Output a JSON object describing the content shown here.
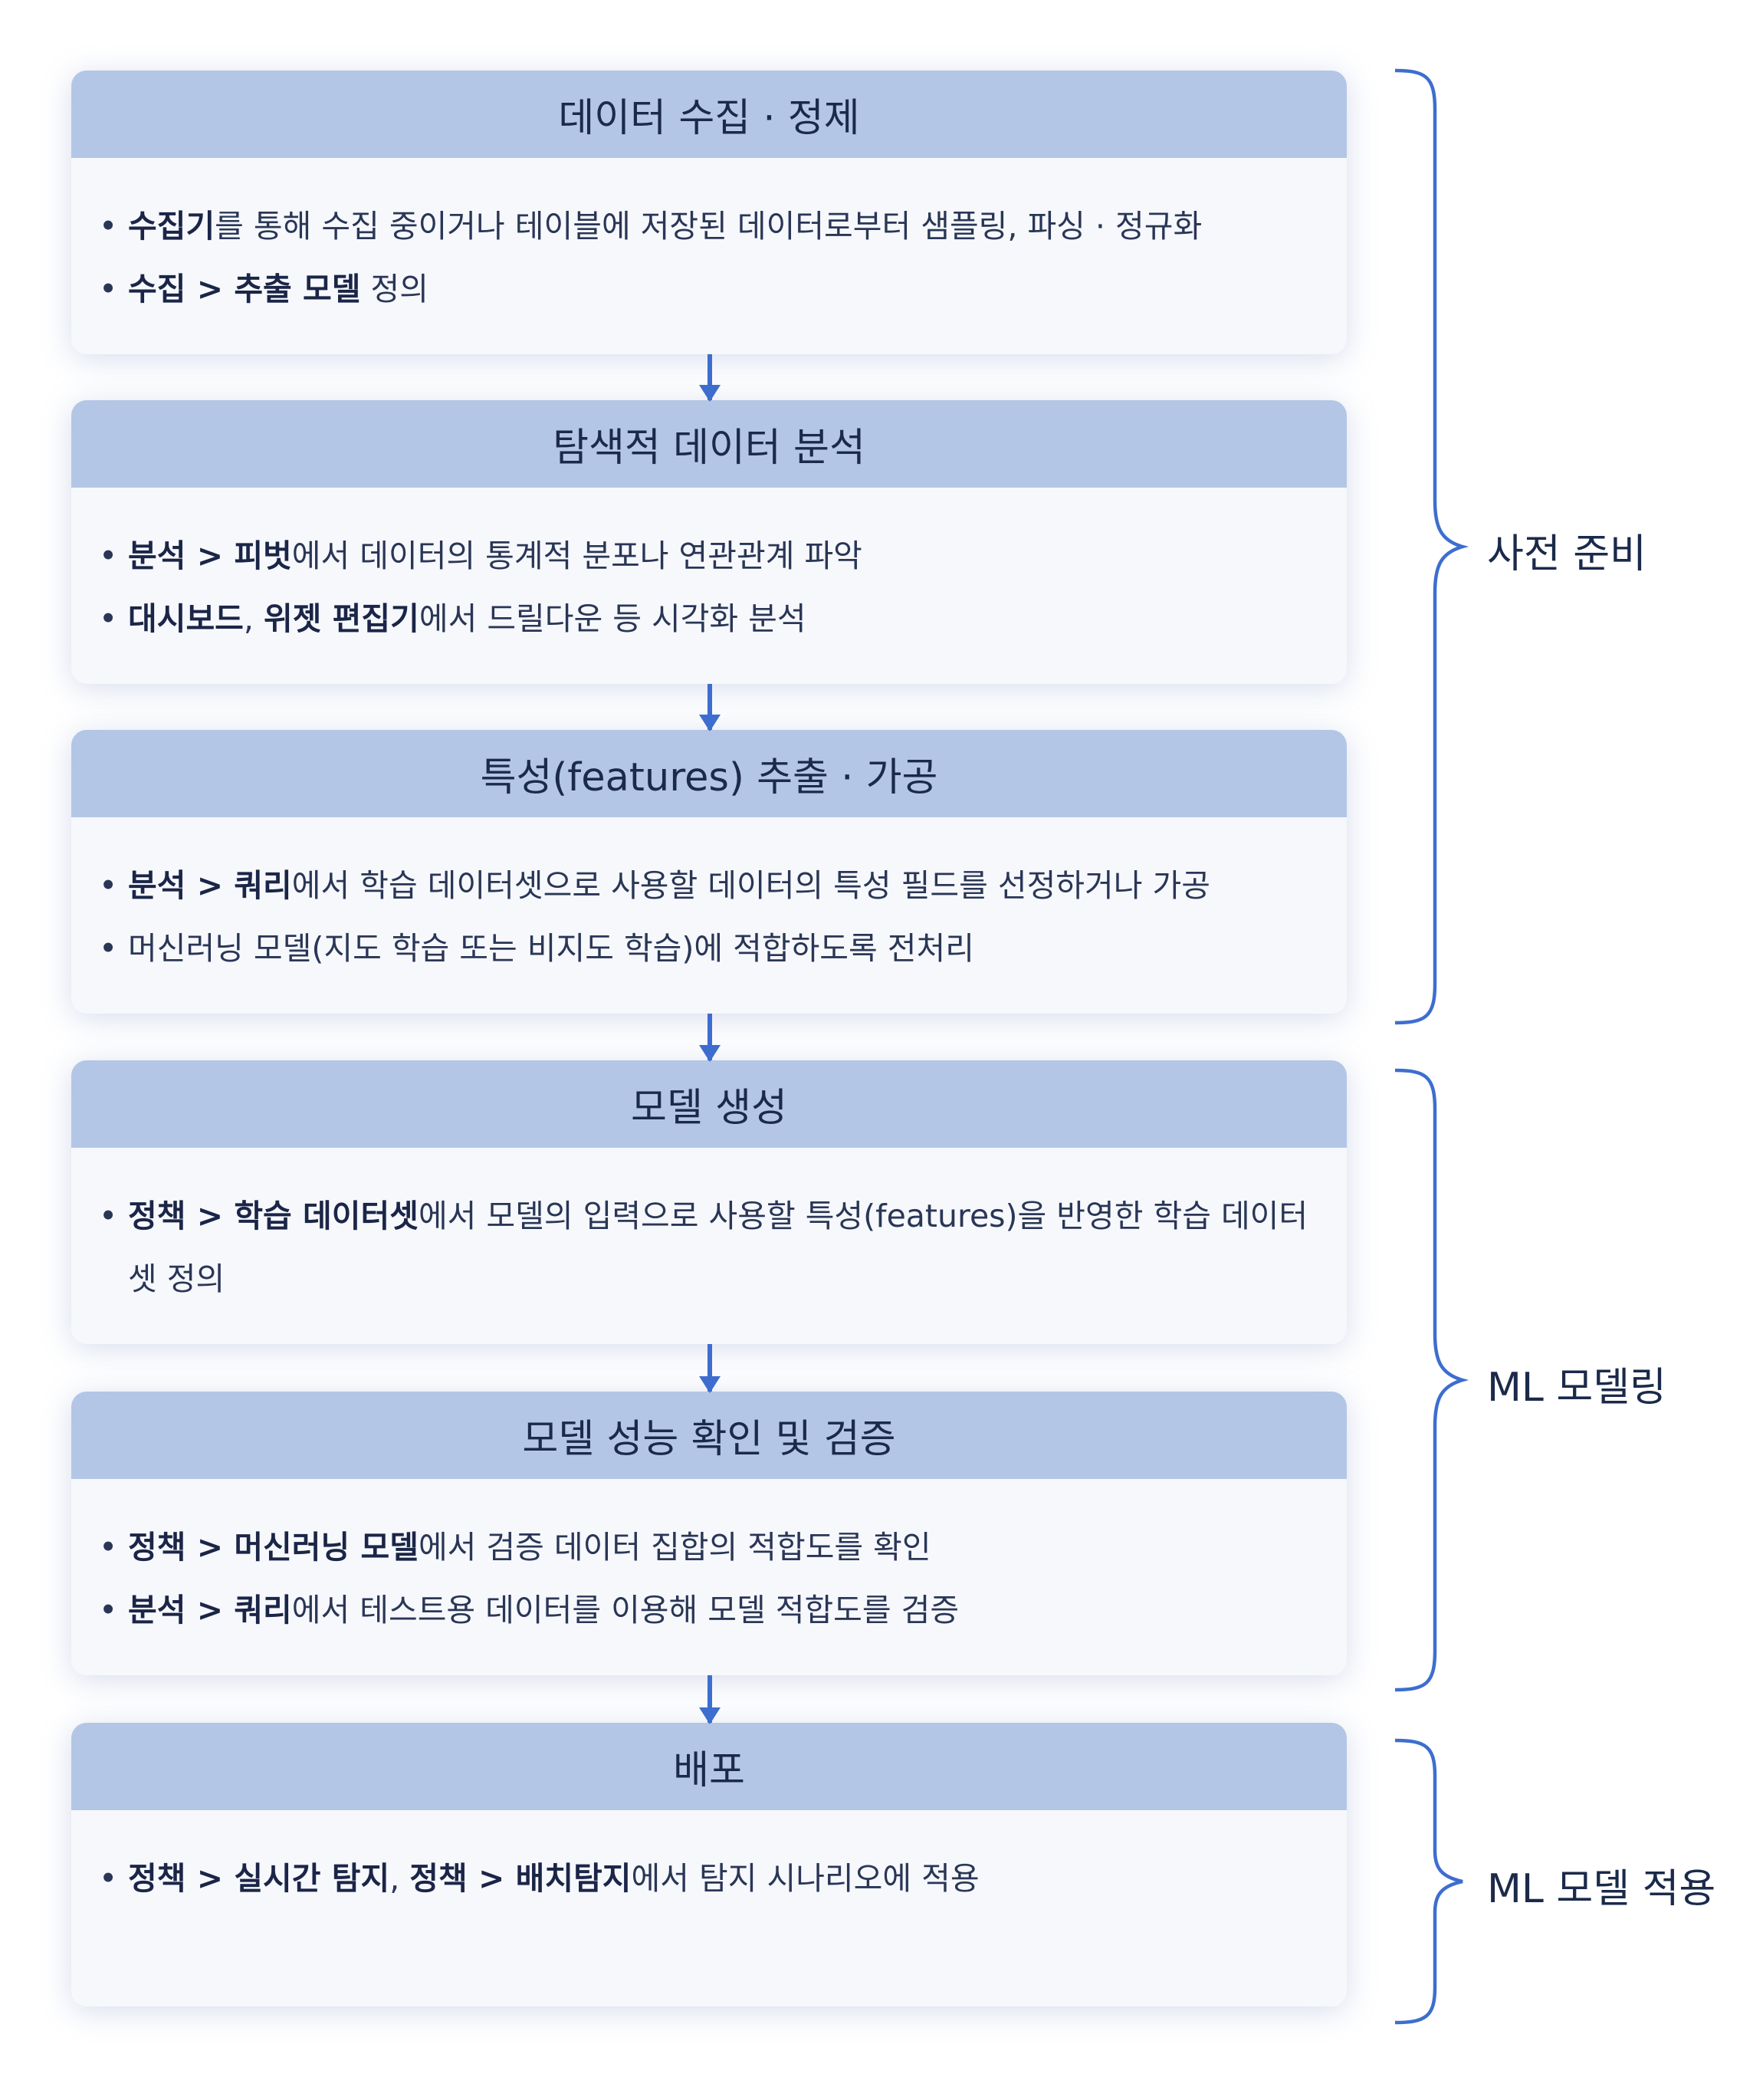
{
  "steps": [
    {
      "title": "데이터 수집 · 정제",
      "bullets": [
        [
          {
            "t": "수집기",
            "b": true
          },
          {
            "t": "를 통해 수집 중이거나 테이블에 저장된 데이터로부터 샘플링, 파싱 · 정규화",
            "b": false
          }
        ],
        [
          {
            "t": "수집 > 추출 모델",
            "b": true
          },
          {
            "t": " 정의",
            "b": false
          }
        ]
      ]
    },
    {
      "title": "탐색적 데이터 분석",
      "bullets": [
        [
          {
            "t": "분석 > 피벗",
            "b": true
          },
          {
            "t": "에서 데이터의 통계적 분포나 연관관계 파악",
            "b": false
          }
        ],
        [
          {
            "t": "대시보드",
            "b": true
          },
          {
            "t": ", ",
            "b": false
          },
          {
            "t": "위젯 편집기",
            "b": true
          },
          {
            "t": "에서 드릴다운 등 시각화 분석",
            "b": false
          }
        ]
      ]
    },
    {
      "title": "특성(features) 추출 · 가공",
      "bullets": [
        [
          {
            "t": "분석 > 쿼리",
            "b": true
          },
          {
            "t": "에서 학습 데이터셋으로 사용할 데이터의 특성 필드를 선정하거나 가공",
            "b": false
          }
        ],
        [
          {
            "t": "머신러닝 모델(지도 학습 또는 비지도 학습)에 적합하도록 전처리",
            "b": false
          }
        ]
      ]
    },
    {
      "title": "모델 생성",
      "bullets": [
        [
          {
            "t": "정책 > 학습 데이터셋",
            "b": true
          },
          {
            "t": "에서 모델의 입력으로 사용할 특성(features)을 반영한 학습 데이터셋 정의",
            "b": false
          }
        ]
      ]
    },
    {
      "title": "모델 성능 확인 및 검증",
      "bullets": [
        [
          {
            "t": "정책 > 머신러닝 모델",
            "b": true
          },
          {
            "t": "에서 검증 데이터 집합의 적합도를 확인",
            "b": false
          }
        ],
        [
          {
            "t": "분석 > 쿼리",
            "b": true
          },
          {
            "t": "에서 테스트용 데이터를 이용해 모델 적합도를 검증",
            "b": false
          }
        ]
      ]
    },
    {
      "title": "배포",
      "bullets": [
        [
          {
            "t": "정책 > 실시간 탐지",
            "b": true
          },
          {
            "t": ", ",
            "b": false
          },
          {
            "t": "정책 > 배치탐지",
            "b": true
          },
          {
            "t": "에서 탐지 시나리오에 적용",
            "b": false
          }
        ]
      ]
    }
  ],
  "phases": [
    {
      "label": "사전 준비"
    },
    {
      "label": "ML 모델링"
    },
    {
      "label": "ML 모델 적용"
    }
  ],
  "colors": {
    "header": "#b3c6e6",
    "card": "#f6f8fc",
    "accent": "#3d6ecf",
    "text": "#1f2d4d"
  }
}
